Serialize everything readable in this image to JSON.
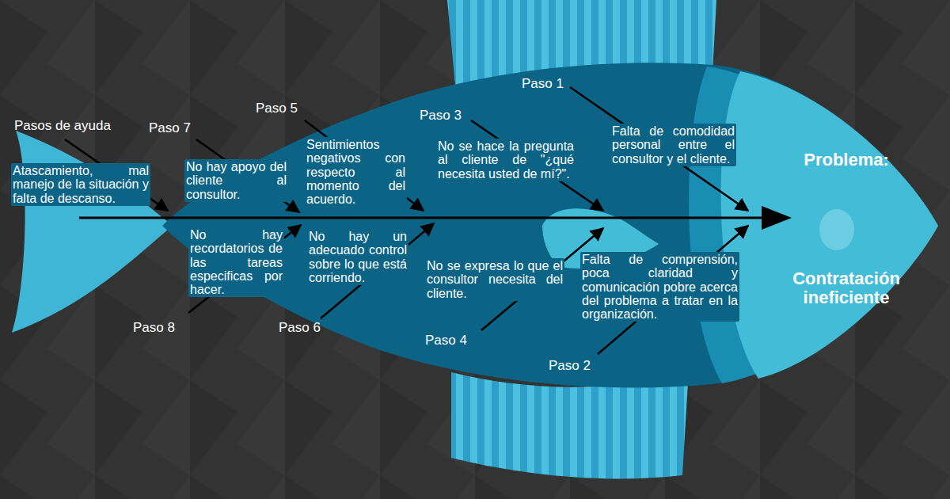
{
  "diagram": {
    "nodes": [
      {
        "text": [
          "Problema:",
          "Contratación ineficiente"
        ]
      }
    ],
    "labels": [
      "Pasos de ayuda",
      "Atascamiento, mal manejo de la situación y falta de descanso.",
      "Paso 7",
      "No hay apoyo del cliente al consultor.",
      "Paso 5",
      "Sentimientos negativos con respecto al momento del acuerdo.",
      "Paso 3",
      "No se hace la pregunta al cliente de \"¿qué necesita usted de mí?\".",
      "Paso 1",
      "Falta de comodidad personal entre el consultor y el cliente.",
      "No hay recordatorios de las tareas especificas por hacer.",
      "Paso 8",
      "No hay un adecuado control sobre lo que está corriendo.",
      "Paso 6",
      "No se expresa lo que el consultor necesita del cliente.",
      "Paso 4",
      "Falta de comprensión, poca claridad y comunicación pobre acerca del problema a tratar en la organización.",
      "Paso 2"
    ]
  }
}
